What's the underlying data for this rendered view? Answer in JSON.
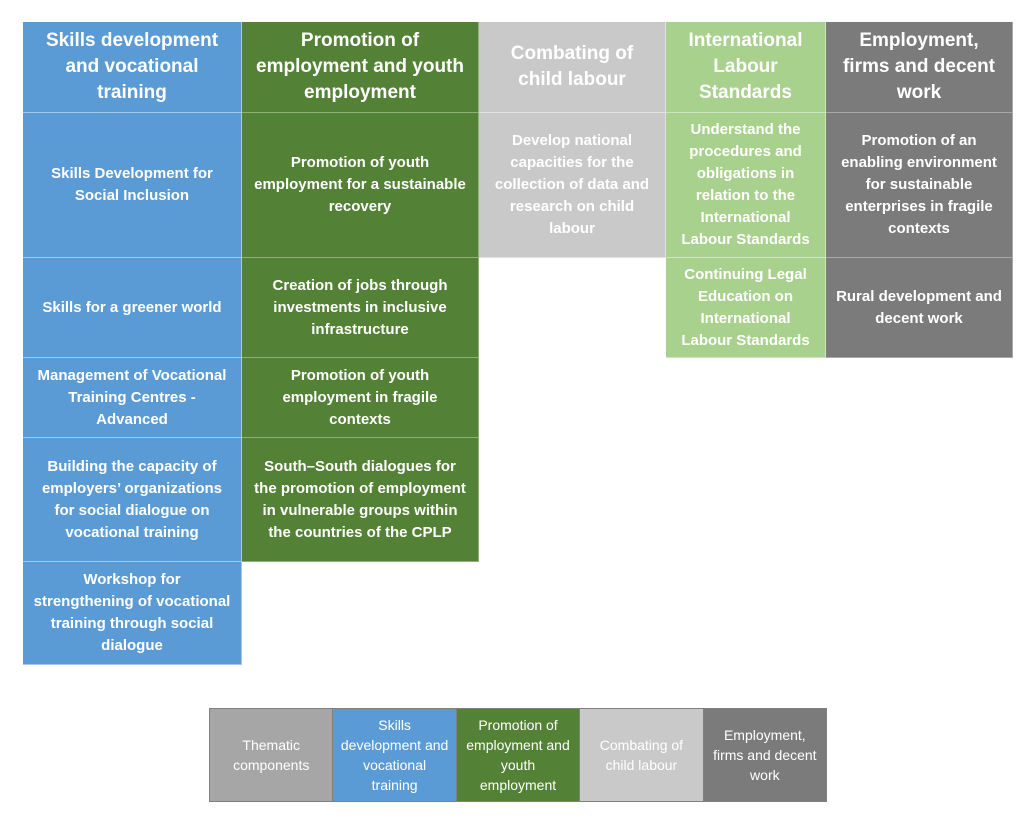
{
  "columns": {
    "skills": {
      "title": "Skills development and vocational training",
      "items": [
        "Skills Development for Social Inclusion",
        "Skills for a greener world",
        "Management of Vocational Training Centres - Advanced",
        "Building the capacity of employers’ organizations for social dialogue on vocational training",
        "Workshop for strengthening of vocational training through social dialogue"
      ]
    },
    "youth": {
      "title": "Promotion of employment and youth employment",
      "items": [
        "Promotion of youth employment for a sustainable recovery",
        "Creation of jobs through investments in inclusive infrastructure",
        "Promotion of youth employment in fragile contexts",
        "South–South dialogues for the promotion of employment in vulnerable groups within the countries of the CPLP"
      ]
    },
    "child": {
      "title": "Combating of child labour",
      "items": [
        "Develop national capacities for the collection of data and research on child labour"
      ]
    },
    "ils": {
      "title": "International Labour Standards",
      "items": [
        "Understand the procedures and obligations in relation to the International Labour Standards",
        "Continuing Legal Education on International Labour Standards"
      ]
    },
    "firms": {
      "title": "Employment, firms and decent work",
      "items": [
        "Promotion of an enabling environment for sustainable enterprises in fragile contexts",
        "Rural development and decent work"
      ]
    }
  },
  "legend": [
    "Thematic components",
    "Skills development and vocational training",
    "Promotion of employment and youth employment",
    "Combating of child labour",
    "Employment, firms and decent work"
  ],
  "colors": {
    "skills": "#5b9bd5",
    "youth": "#538135",
    "child": "#c9c9c9",
    "ils": "#a9d18e",
    "firms": "#7b7b7b",
    "thematic": "#a6a6a6"
  }
}
